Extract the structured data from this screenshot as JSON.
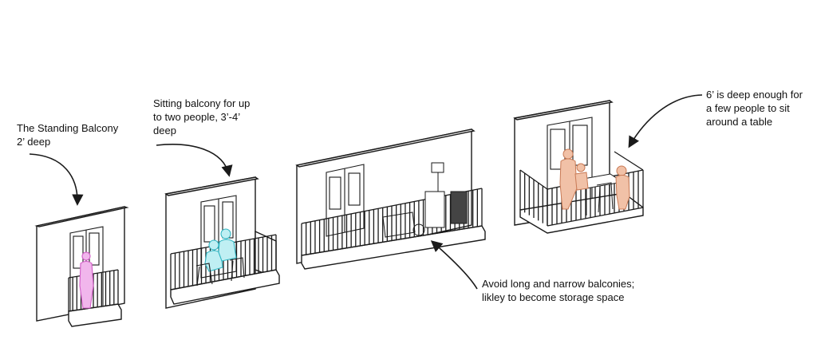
{
  "captions": {
    "standing": {
      "line1": "The Standing Balcony",
      "line2": "2’ deep"
    },
    "sitting": {
      "line1": "Sitting balcony for up",
      "line2": "to two people, 3’-4’",
      "line3": "deep"
    },
    "narrow": {
      "line1": "Avoid long and narrow balconies;",
      "line2": "likley to become storage space"
    },
    "deep": {
      "line1": "6’ is deep enough for",
      "line2": "a few people to sit",
      "line3": "around a table"
    }
  },
  "colors": {
    "line": "#1a1a1a",
    "figure_pink": "#e07ad6",
    "figure_cyan": "#5fd3df",
    "figure_peach": "#e6a07e"
  }
}
